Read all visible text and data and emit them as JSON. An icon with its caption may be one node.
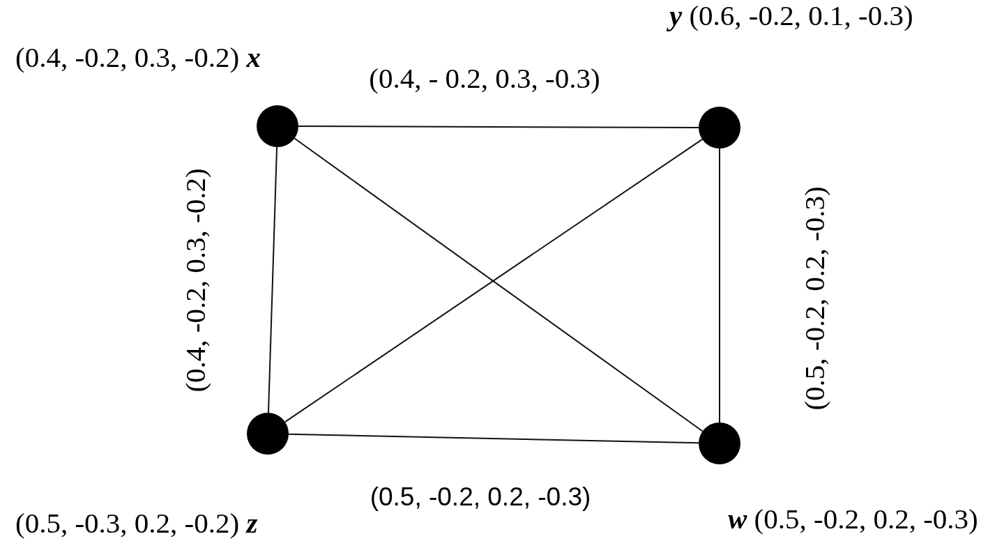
{
  "diagram": {
    "nodes": [
      {
        "text": [],
        "shape": "circle",
        "beside": [
          "(0.4, -0.2, 0.3, -0.2) **x**"
        ]
      },
      {
        "text": [],
        "shape": "circle",
        "beside": [
          "**y** (0.6, -0.2, 0.1, -0.3)"
        ]
      },
      {
        "text": [],
        "shape": "circle",
        "beside": [
          "(0.5, -0.3, 0.2, -0.2) **z**"
        ]
      },
      {
        "text": [],
        "shape": "circle",
        "beside": [
          "**w** (0.5, -0.2, 0.2, -0.3)"
        ]
      }
    ],
    "edges": [
      {
        "from": 0,
        "to": 1,
        "arrow": "none",
        "label": "(0.4, - 0.2, 0.3, -0.3)"
      },
      {
        "from": 0,
        "to": 2,
        "arrow": "none",
        "label": "(0.4, -0.2, 0.3, -0.2)"
      },
      {
        "from": 0,
        "to": 3,
        "arrow": "none"
      },
      {
        "from": 1,
        "to": 2,
        "arrow": "none"
      },
      {
        "from": 1,
        "to": 3,
        "arrow": "none",
        "label": "(0.5, -0.2, 0.2, -0.3)"
      },
      {
        "from": 2,
        "to": 3,
        "arrow": "none",
        "label": "(0.5, -0.2, 0.2, -0.3)"
      }
    ]
  }
}
